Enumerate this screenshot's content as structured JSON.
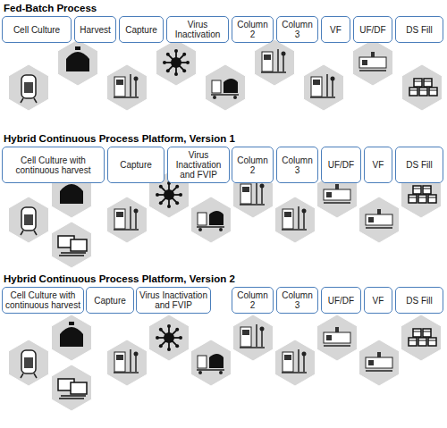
{
  "diagram": {
    "nodes": [
      {
        "text": [
          "Cell Culture"
        ]
      },
      {
        "text": [
          "Harvest"
        ]
      },
      {
        "text": [
          "Capture"
        ]
      },
      {
        "text": [
          "Virus Inactivation"
        ]
      },
      {
        "text": [
          "Column 2"
        ]
      },
      {
        "text": [
          "Column 3"
        ]
      },
      {
        "text": [
          "VF"
        ]
      },
      {
        "text": [
          "UF/DF"
        ]
      },
      {
        "text": [
          "DS Fill"
        ]
      },
      {
        "text": [
          "Cell Culture with continuous harvest"
        ]
      },
      {
        "text": [
          "Capture"
        ]
      },
      {
        "text": [
          "Virus Inactivation and FVIP"
        ]
      },
      {
        "text": [
          "Column 2"
        ]
      },
      {
        "text": [
          "Column 3"
        ]
      },
      {
        "text": [
          "UF/DF"
        ]
      },
      {
        "text": [
          "VF"
        ]
      },
      {
        "text": [
          "DS Fill"
        ]
      },
      {
        "text": [
          "Cell Culture with continuous harvest"
        ]
      },
      {
        "text": [
          "Capture"
        ]
      },
      {
        "text": [
          "Virus Inactivation and FVIP"
        ]
      },
      {
        "text": [
          "Column 2"
        ]
      },
      {
        "text": [
          "Column 3"
        ]
      },
      {
        "text": [
          "UF/DF"
        ]
      },
      {
        "text": [
          "VF"
        ]
      },
      {
        "text": [
          "DS Fill"
        ]
      }
    ],
    "edges": [],
    "labels": [
      "Fed-Batch Process",
      "Hybrid Continuous Process Platform, Version 1",
      "Hybrid Continuous Process Platform, Version 2"
    ]
  }
}
